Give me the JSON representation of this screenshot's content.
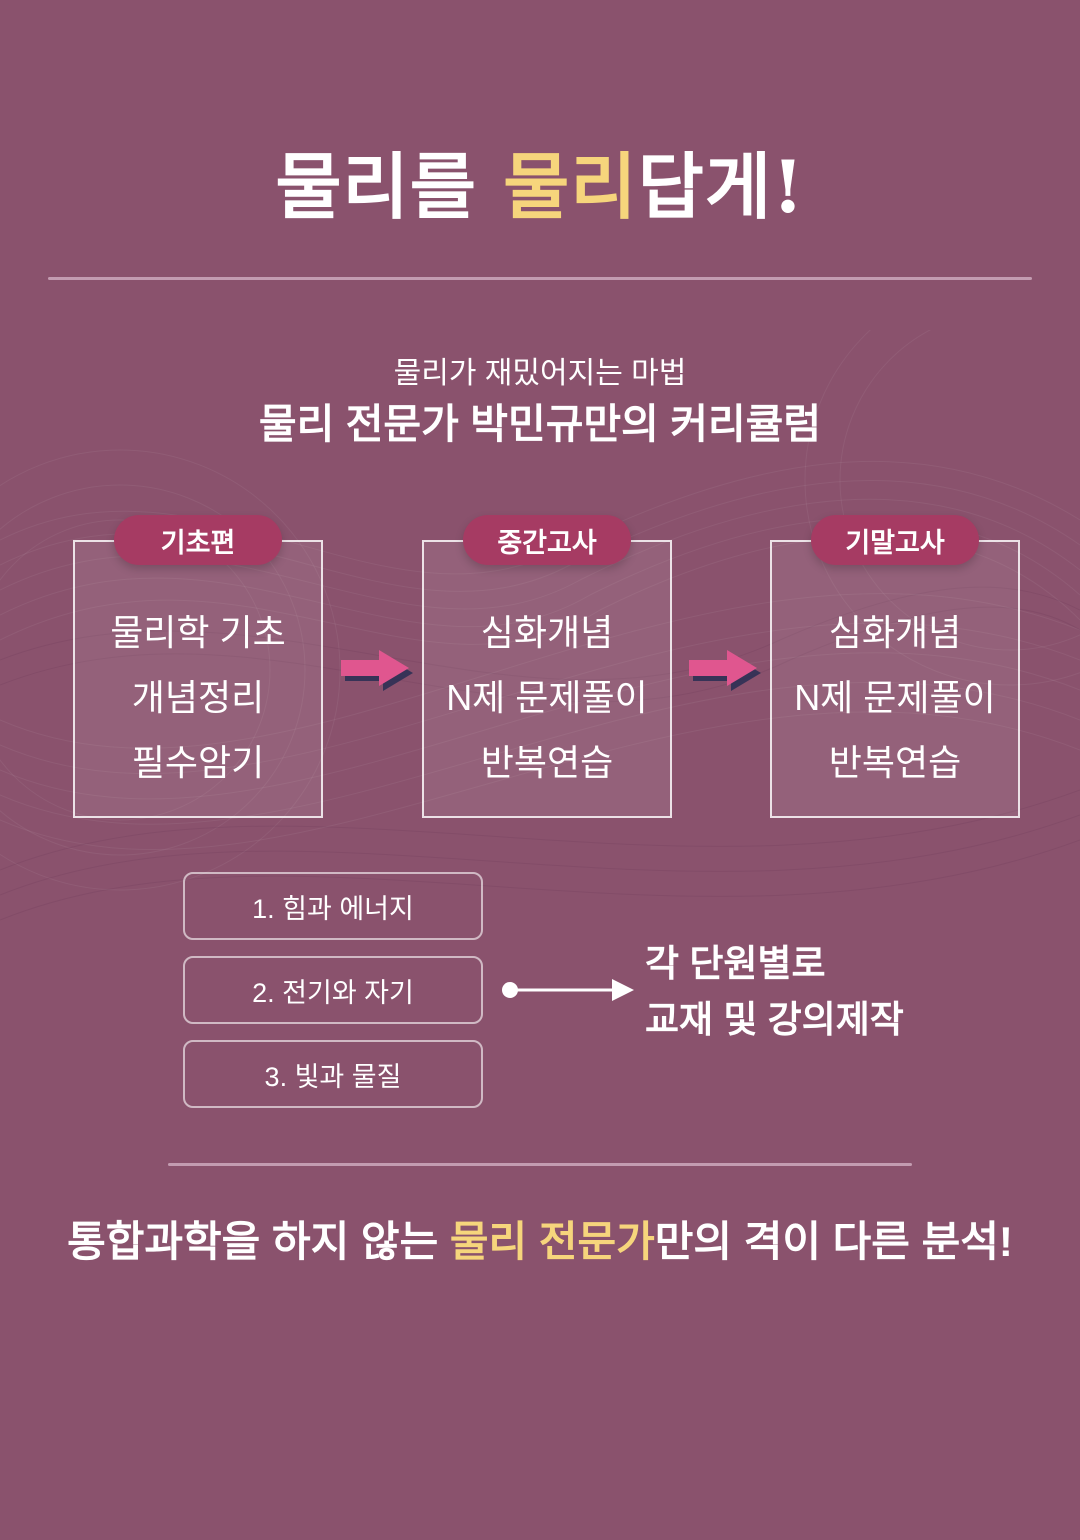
{
  "theme": {
    "background": "#8a526d",
    "badge_color": "#a63b63",
    "flow_arrow_pink": "#e0568f",
    "flow_arrow_shadow_navy": "#2e3054",
    "highlight_yellow": "#f6d57c",
    "text_white": "#ffffff",
    "divider_pink": "#e2c4d6"
  },
  "header": {
    "title_part1": "물리를 ",
    "title_highlight": "물리",
    "title_part2": "답게!"
  },
  "intro": {
    "tagline": "물리가 재밌어지는 마법",
    "heading_prefix": "물리 전문가 ",
    "heading_bold": "박민규만의 커리큘럼"
  },
  "curriculum": {
    "cards": [
      {
        "badge": "기초편",
        "lines": [
          "물리학 기초",
          "개념정리",
          "필수암기"
        ]
      },
      {
        "badge": "중간고사",
        "lines": [
          "심화개념",
          "N제 문제풀이",
          "반복연습"
        ]
      },
      {
        "badge": "기말고사",
        "lines": [
          "심화개념",
          "N제 문제풀이",
          "반복연습"
        ]
      }
    ]
  },
  "units": {
    "items": [
      {
        "label": "1. 힘과 에너지"
      },
      {
        "label": "2. 전기와 자기"
      },
      {
        "label": "3. 빛과 물질"
      }
    ],
    "note_line1": "각 단원별로",
    "note_line2": "교재 및 강의제작"
  },
  "footer": {
    "text_prefix": "통합과학을 하지 않는 ",
    "text_highlight": "물리 전문가",
    "text_suffix": "만의 격이 다른 분석!"
  }
}
